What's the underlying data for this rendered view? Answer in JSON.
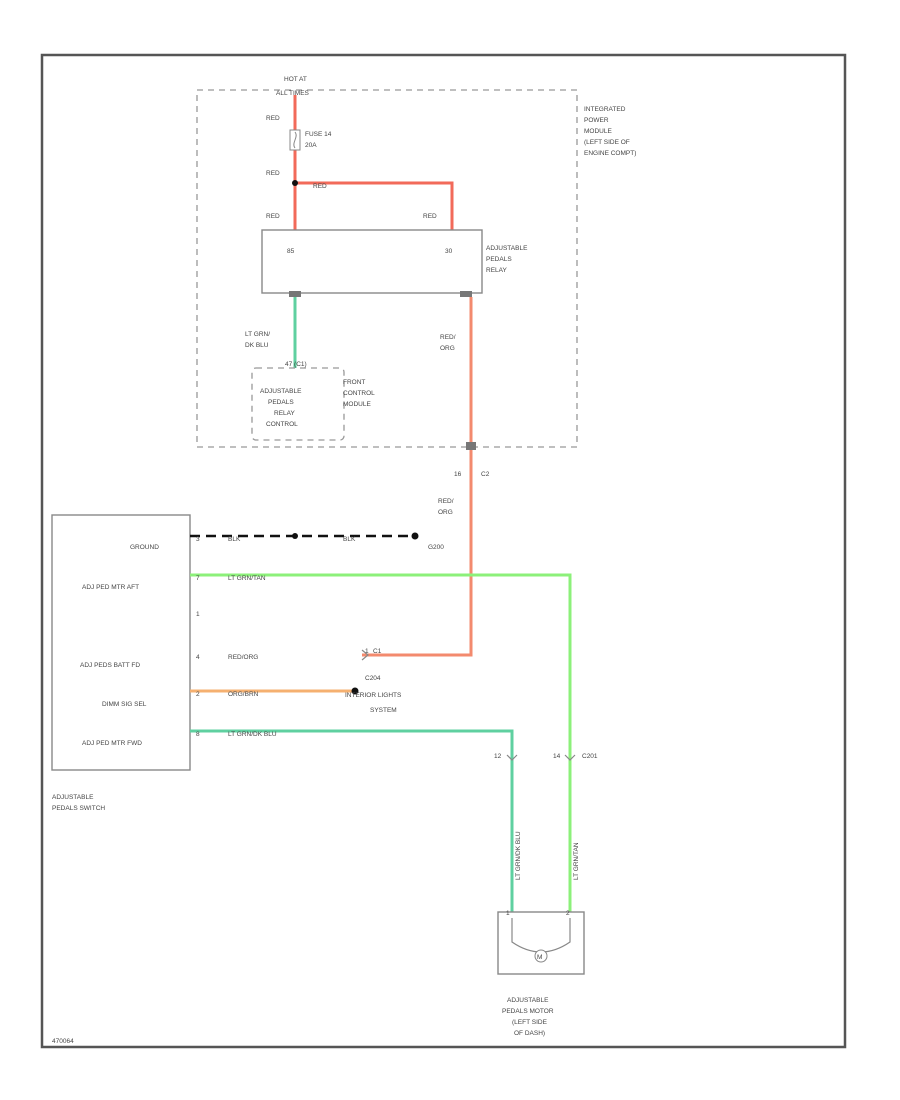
{
  "fig_id": "470064",
  "colors": {
    "red": "#f26a5a",
    "red_orange": "#f38a6e",
    "green": "#8cf07a",
    "teal_green": "#5fd0a0",
    "orange": "#f5b070",
    "black": "#111111"
  },
  "ipm": {
    "label": [
      "INTEGRATED",
      "POWER",
      "MODULE",
      "(LEFT SIDE OF",
      "ENGINE COMPT)"
    ],
    "hot_at": [
      "HOT AT",
      "ALL TIMES"
    ],
    "fuse_label": [
      "FUSE 14",
      "20A"
    ],
    "wire_red_1": "RED",
    "wire_red_2": "RED",
    "wire_red_3": "RED",
    "wire_red_4": "RED",
    "wire_red_5": "RED"
  },
  "relay": {
    "label": [
      "ADJUSTABLE",
      "PEDALS",
      "RELAY"
    ],
    "pin_left": "85",
    "pin_right": "30"
  },
  "fcm": {
    "label": [
      "FRONT",
      "CONTROL",
      "MODULE"
    ],
    "inner": [
      "ADJUSTABLE",
      "PEDALS",
      "RELAY",
      "CONTROL"
    ],
    "pin_ref": "47 (C1)",
    "wire_left": [
      "LT GRN/",
      "DK BLU"
    ],
    "wire_right": [
      "RED/",
      "ORG"
    ]
  },
  "c2": {
    "pin": "16",
    "name": "C2",
    "wire": [
      "RED/",
      "ORG"
    ]
  },
  "switch": {
    "label": [
      "ADJUSTABLE",
      "PEDALS SWITCH"
    ],
    "rows": [
      {
        "pin": "3",
        "name": "GROUND",
        "wire": "BLK"
      },
      {
        "pin": "7",
        "name": "ADJ PED MTR AFT",
        "wire": "LT GRN/TAN"
      },
      {
        "pin": "1",
        "name": "",
        "wire": ""
      },
      {
        "pin": "4",
        "name": "ADJ PEDS BATT FD",
        "wire": "RED/ORG"
      },
      {
        "pin": "2",
        "name": "DIMM SIG SEL",
        "wire": "ORG/BRN"
      },
      {
        "pin": "8",
        "name": "ADJ PED MTR FWD",
        "wire": "LT GRN/DK BLU"
      }
    ],
    "ground_wire2": "BLK",
    "ground_ref": "G200",
    "c1_pin": "1",
    "c1_name": "C1",
    "c204": "C204",
    "interior_lights": [
      "INTERIOR LIGHTS",
      "SYSTEM"
    ]
  },
  "motor": {
    "label": [
      "ADJUSTABLE",
      "PEDALS MOTOR",
      "(LEFT SIDE",
      "OF DASH)"
    ],
    "pin_left": "1",
    "pin_right": "2",
    "symbol": "M",
    "left_conn": "12",
    "right_conn": "14",
    "right_conn_name": "C201",
    "wire_left": "LT GRN/DK BLU",
    "wire_right": "LT GRN/TAN"
  }
}
